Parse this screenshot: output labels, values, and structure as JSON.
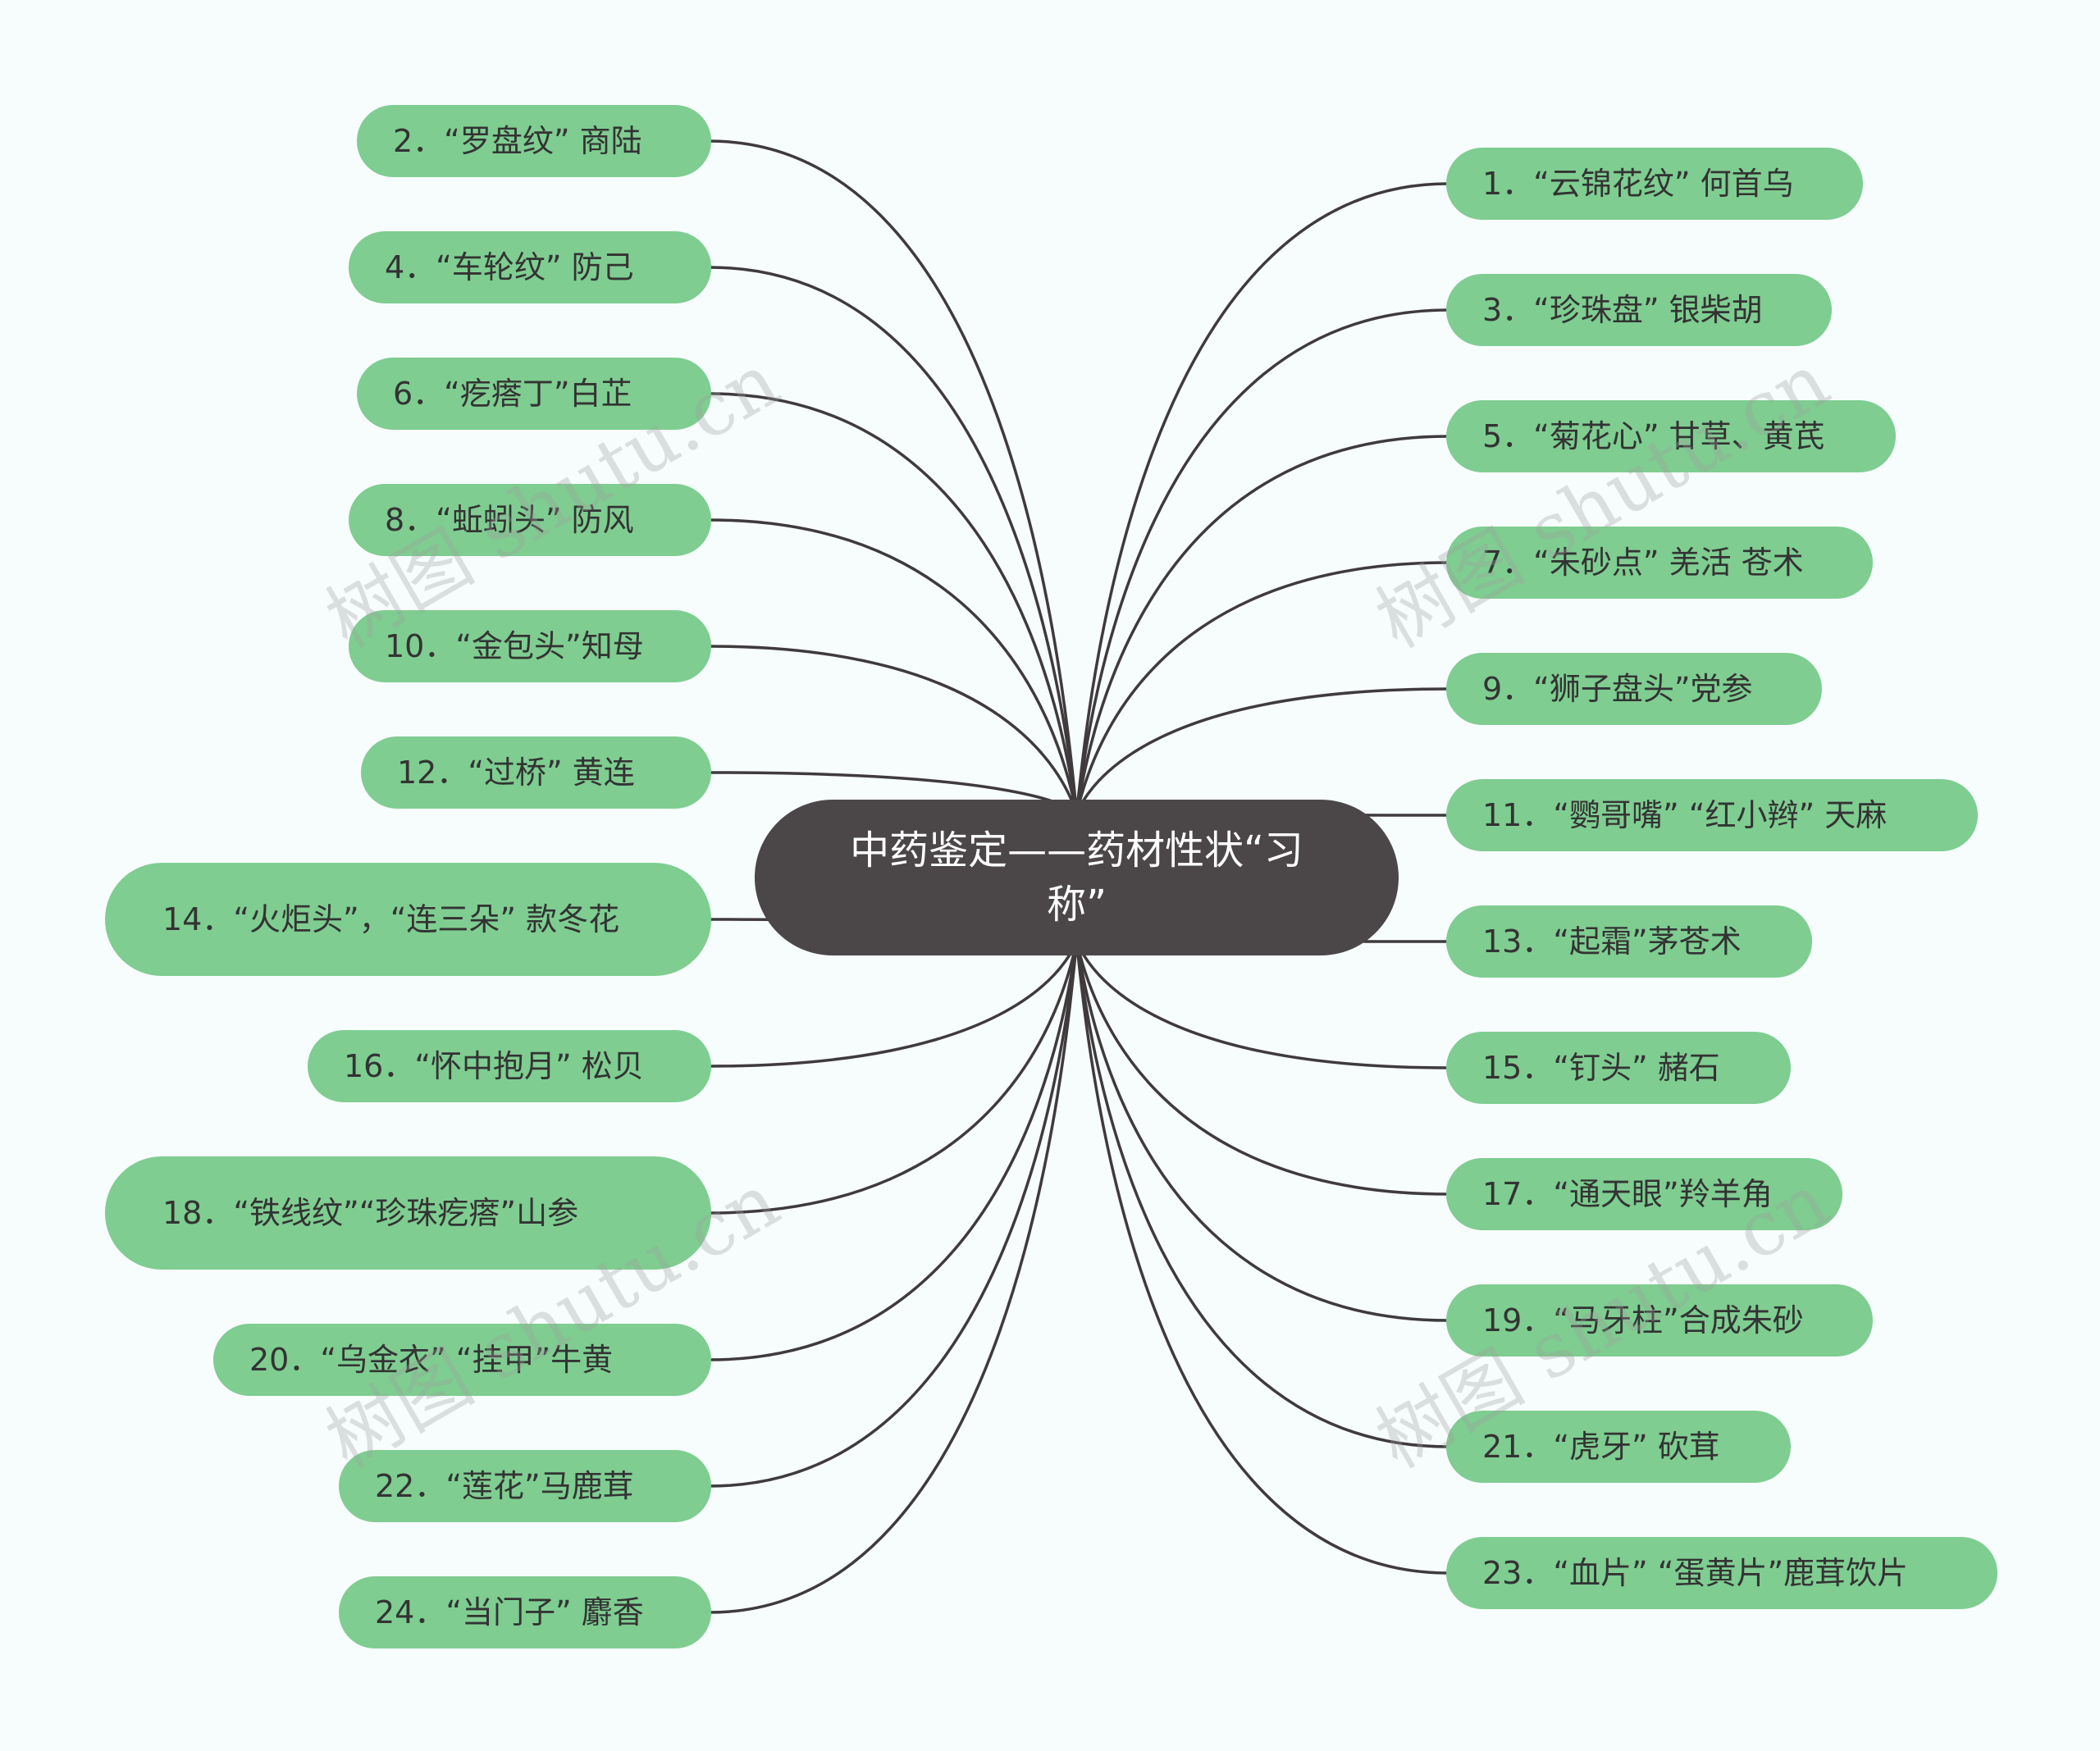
{
  "title": "中药鉴定——药材性状“习称”",
  "watermark_text": "树图 shutu.cn",
  "colors": {
    "background": "#f7fcfd",
    "center_fill": "#4b4749",
    "branch_fill": "#7fcd91",
    "link_stroke": "#3f3b3c"
  },
  "left_branches": [
    {
      "label": "2．“罗盘纹” 商陆"
    },
    {
      "label": "4．“车轮纹” 防己"
    },
    {
      "label": "6．“疙瘩丁”白芷"
    },
    {
      "label": "8．“蚯蚓头” 防风"
    },
    {
      "label": "10．“金包头”知母"
    },
    {
      "label": "12．“过桥” 黄连"
    },
    {
      "label": "14．“火炬头”，“连三朵” 款冬花"
    },
    {
      "label": "16．“怀中抱月” 松贝"
    },
    {
      "label": "18．“铁线纹”“珍珠疙瘩”山参"
    },
    {
      "label": "20．“乌金衣” “挂甲”牛黄"
    },
    {
      "label": "22．“莲花”马鹿茸"
    },
    {
      "label": "24．“当门子” 麝香"
    }
  ],
  "right_branches": [
    {
      "label": "1．“云锦花纹” 何首乌"
    },
    {
      "label": "3．“珍珠盘” 银柴胡"
    },
    {
      "label": "5．“菊花心” 甘草、黄芪"
    },
    {
      "label": "7．“朱砂点” 羌活 苍术"
    },
    {
      "label": "9．“狮子盘头”党参"
    },
    {
      "label": "11．“鹦哥嘴” “红小辫” 天麻"
    },
    {
      "label": "13．“起霜”茅苍术"
    },
    {
      "label": "15．“钉头” 赭石"
    },
    {
      "label": "17．“通天眼”羚羊角"
    },
    {
      "label": "19．“马牙柱”合成朱砂"
    },
    {
      "label": "21．“虎牙” 砍茸"
    },
    {
      "label": "23．“血片” “蛋黄片”鹿茸饮片"
    }
  ]
}
